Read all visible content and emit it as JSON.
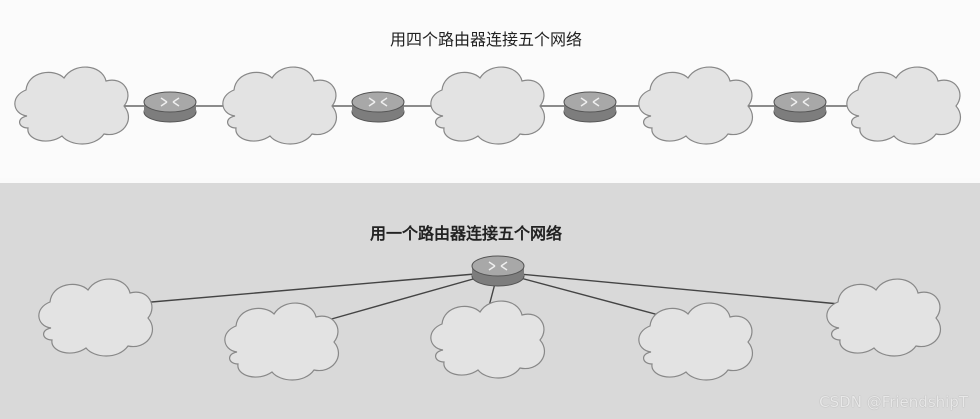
{
  "top": {
    "title": "用四个路由器连接五个网络"
  },
  "bottom": {
    "title": "用一个路由器连接五个网络"
  },
  "watermark": "CSDN @FriendshipT",
  "colors": {
    "cloud_fill": "#e3e3e3",
    "cloud_stroke": "#888888",
    "router_fill": "#9a9a9a",
    "router_stroke": "#555555"
  }
}
